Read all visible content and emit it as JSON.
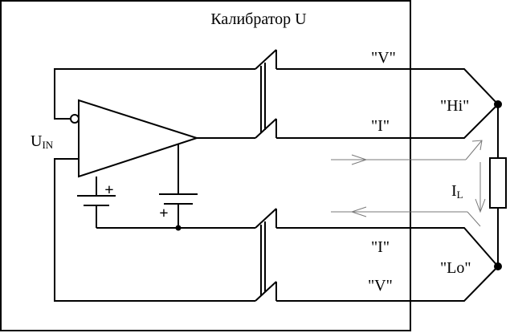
{
  "title": "Калибратор U",
  "labels": {
    "v_top": "\"V\"",
    "i_top": "\"I\"",
    "hi": "\"Hi\"",
    "i_bottom": "\"I\"",
    "lo": "\"Lo\"",
    "v_bottom": "\"V\"",
    "u_in_main": "U",
    "u_in_sub": "IN",
    "i_l_main": "I",
    "i_l_sub": "L",
    "plus_1": "+",
    "plus_2": "+"
  },
  "colors": {
    "stroke": "#000000",
    "arrow": "#7a7a7a",
    "background": "#ffffff"
  }
}
